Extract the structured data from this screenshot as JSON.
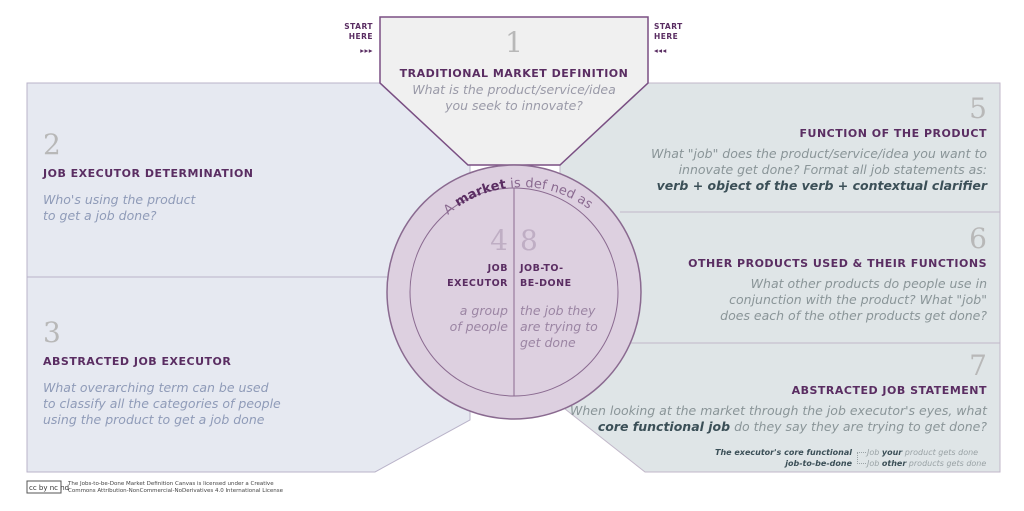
{
  "start_left": {
    "line1": "START",
    "line2": "HERE",
    "arrows": "▸▸▸"
  },
  "start_right": {
    "line1": "START",
    "line2": "HERE",
    "arrows": "◂◂◂"
  },
  "box1": {
    "number": "1",
    "title": "TRADITIONAL MARKET DEFINITION",
    "question_l1": "What is the product/service/idea",
    "question_l2": "you seek to innovate?"
  },
  "box2": {
    "number": "2",
    "title": "JOB EXECUTOR DETERMINATION",
    "question_l1": "Who's using the product",
    "question_l2": "to get a job done?"
  },
  "box3": {
    "number": "3",
    "title": "ABSTRACTED JOB EXECUTOR",
    "question_l1": "What overarching term can be used",
    "question_l2": "to classify all the categories of people",
    "question_l3": "using the product to get a job done"
  },
  "box5": {
    "number": "5",
    "title": "FUNCTION OF THE PRODUCT",
    "question_l1": "What \"job\" does the product/service/idea you want to",
    "question_l2": "innovate get done? Format all job statements as:",
    "formula": "verb + object of the verb + contextual clarifier"
  },
  "box6": {
    "number": "6",
    "title": "OTHER PRODUCTS USED  & THEIR FUNCTIONS",
    "question_l1": "What other products do people use in",
    "question_l2": "conjunction with the product? What \"job\"",
    "question_l3": "does each of the other products get done?"
  },
  "box7": {
    "number": "7",
    "title": "ABSTRACTED JOB STATEMENT",
    "question_l1": "When looking at the market through the job executor's eyes, what",
    "emph": "core functional job",
    "question_l2_rest": " do they say they are trying to get done?",
    "core_l1": "The executor's core functional",
    "core_l2": "job-to-be-done",
    "branch1_a": "Job ",
    "branch1_b": "your",
    "branch1_c": " product gets done",
    "branch2_a": "Job ",
    "branch2_b": "other",
    "branch2_c": " products gets done"
  },
  "circle": {
    "arc_a": "A ",
    "arc_market": "market",
    "arc_rest": " is def ned as a",
    "left": {
      "number": "4",
      "title_l1": "JOB",
      "title_l2": "EXECUTOR",
      "desc_l1": "a group",
      "desc_l2": "of people"
    },
    "right": {
      "number": "8",
      "title_l1": "JOB-TO-",
      "title_l2": "BE-DONE",
      "desc_l1": "the job they",
      "desc_l2": "are trying to",
      "desc_l3": "get done"
    }
  },
  "license": {
    "badge": "cc by nc nd",
    "line1": "The Jobs-to-be-Done Market Definition Canvas is licensed under a Creative",
    "line2": "Commons Attribution-NonCommercial-NoDerivatives 4.0 International License"
  },
  "colors": {
    "purple": "#5a2d62",
    "left_panel": "#e6e9f1",
    "right_panel": "#dfe5e7",
    "circle": "#ddd0e0",
    "top_box": "#f0f0f0"
  }
}
